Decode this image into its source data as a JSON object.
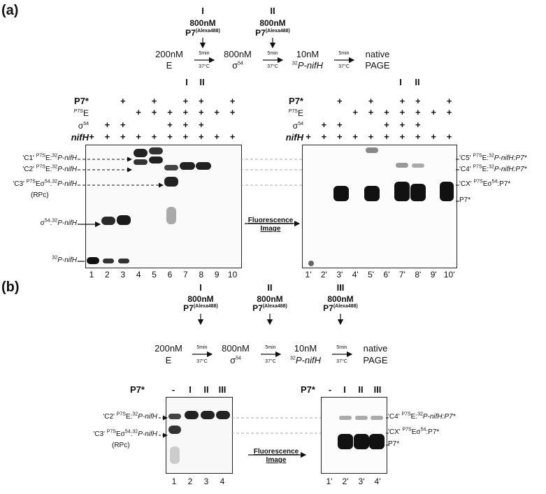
{
  "panel_a": {
    "letter": "(a)",
    "step_I": {
      "roman": "I",
      "conc": "800nM",
      "reagent": "P7",
      "sup": "(Alexa488)"
    },
    "step_II": {
      "roman": "II",
      "conc": "800nM",
      "reagent": "P7",
      "sup": "(Alexa488)"
    },
    "scheme": {
      "s1_conc": "200nM",
      "s1_name": "E",
      "s2_conc": "800nM",
      "s2_name": "σ",
      "s2_sup": "54",
      "s3_conc": "10nM",
      "s3_pre": "32",
      "s3_name": "P-nifH",
      "s4_a": "native",
      "s4_b": "PAGE",
      "arrow_time": "5min",
      "arrow_temp": "37°C"
    },
    "left_rows": {
      "p7": "P7*",
      "e_sup": "P7S",
      "e": "E",
      "sigma": "σ",
      "sigma_sup": "54",
      "nifh": "nifH"
    },
    "left_cols_marks": {
      "p7": [
        "",
        "",
        "+",
        "",
        "+",
        "",
        "+",
        "+",
        "",
        "+"
      ],
      "e": [
        "",
        "",
        "",
        "+",
        "+",
        "+",
        "+",
        "+",
        "+",
        "+"
      ],
      "sigma": [
        "",
        "+",
        "+",
        "",
        "",
        "+",
        "+",
        "+",
        "",
        ""
      ],
      "nifh": [
        "+",
        "+",
        "+",
        "+",
        "+",
        "+",
        "+",
        "+",
        "+",
        "+"
      ]
    },
    "left_lane_numbers": [
      "1",
      "2",
      "3",
      "4",
      "5",
      "6",
      "7",
      "8",
      "9",
      "10"
    ],
    "right_lane_numbers": [
      "1'",
      "2'",
      "3'",
      "4'",
      "5'",
      "6'",
      "7'",
      "8'",
      "9'",
      "10'"
    ],
    "above_lanes": [
      "I",
      "II"
    ],
    "left_labels": {
      "c1": "'C1' ",
      "c1_sup": "P7S",
      "c1_rest": "E:",
      "c1_sup2": "32",
      "c1_end": "P-nifH",
      "c2": "'C2' ",
      "c2_sup": "P7S",
      "c2_rest": "E:",
      "c2_sup2": "32",
      "c2_end": "P-nifH",
      "c3": "'C3' ",
      "c3_sup": "P7S",
      "c3_rest": "Eσ",
      "c3_sup2": "54",
      "c3_mid": ":",
      "c3_sup3": "32",
      "c3_end": "P-nifH",
      "rpc": "(RPc)",
      "sigma_nifh": "σ",
      "sigma_nifh_sup": "54",
      "sigma_nifh_mid": ":",
      "sigma_nifh_sup2": "32",
      "sigma_nifh_end": "P-nifH",
      "free": "32",
      "free_end": "P-nifH"
    },
    "right_labels": {
      "c5": "'C5' ",
      "c5_sup": "P7S",
      "c5_rest": "E:",
      "c5_sup2": "32",
      "c5_end": "P-nifH:P7*",
      "c4": "'C4' ",
      "c4_sup": "P7S",
      "c4_rest": "E:",
      "c4_sup2": "32",
      "c4_end": "P-nifH:P7*",
      "cx": "'CX' ",
      "cx_sup": "P7S",
      "cx_rest": "Eσ",
      "cx_sup2": "54",
      "cx_end": ":P7*",
      "p7": "P7*"
    },
    "fluor_line1": "Fluorescence",
    "fluor_line2": "Image"
  },
  "panel_b": {
    "letter": "(b)",
    "step_I": {
      "roman": "I",
      "conc": "800nM",
      "reagent": "P7",
      "sup": "(Alexa488)"
    },
    "step_II": {
      "roman": "II",
      "conc": "800nM",
      "reagent": "P7",
      "sup": "(Alexa488)"
    },
    "step_III": {
      "roman": "III",
      "conc": "800nM",
      "reagent": "P7",
      "sup": "(Alexa488)"
    },
    "scheme": {
      "s1_conc": "200nM",
      "s1_name": "E",
      "s2_conc": "800nM",
      "s2_name": "σ",
      "s2_sup": "54",
      "s3_conc": "10nM",
      "s3_pre": "32",
      "s3_name": "P-nifH",
      "s4_a": "native",
      "s4_b": "PAGE",
      "arrow_time": "5min",
      "arrow_temp": "37°C"
    },
    "left_header": [
      "P7*",
      "-",
      "I",
      "II",
      "III"
    ],
    "right_header": [
      "P7*",
      "-",
      "I",
      "II",
      "III"
    ],
    "left_lane_numbers": [
      "1",
      "2",
      "3",
      "4"
    ],
    "right_lane_numbers": [
      "1'",
      "2'",
      "3'",
      "4'"
    ],
    "left_labels": {
      "c2": "'C2' ",
      "c2_sup": "P7S",
      "c2_rest": "E:",
      "c2_sup2": "32",
      "c2_end": "P-nifH",
      "c3": "'C3' ",
      "c3_sup": "P7S",
      "c3_rest": "Eσ",
      "c3_sup2": "54",
      "c3_mid": ":",
      "c3_sup3": "32",
      "c3_end": "P-nifH",
      "rpc": "(RPc)"
    },
    "right_labels": {
      "c4": "'C4' ",
      "c4_sup": "P7S",
      "c4_rest": "E:",
      "c4_sup2": "32",
      "c4_end": "P-nifH:P7*",
      "cx": "'CX' ",
      "cx_sup": "P7S",
      "cx_rest": "Eσ",
      "cx_sup2": "54",
      "cx_end": ":P7*",
      "p7": "P7*"
    },
    "fluor_line1": "Fluorescence",
    "fluor_line2": "Image"
  }
}
